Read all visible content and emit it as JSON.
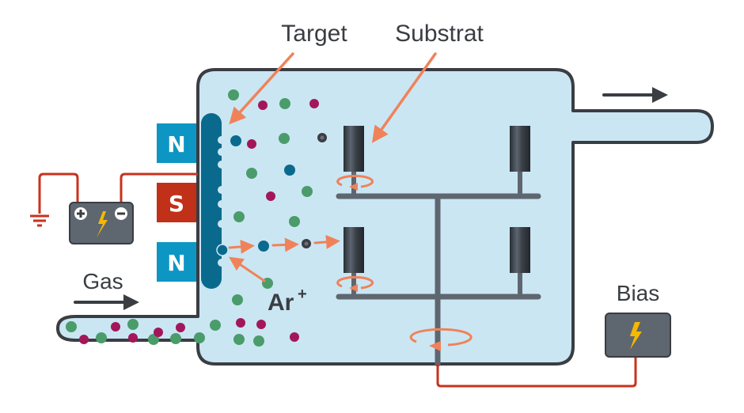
{
  "labels": {
    "target": "Target",
    "substrate": "Substrat",
    "gas": "Gas",
    "bias": "Bias",
    "ion": "Ar",
    "ion_charge": "+"
  },
  "magnets": [
    {
      "pole": "N",
      "color": "#0d96c4"
    },
    {
      "pole": "S",
      "color": "#c13018"
    },
    {
      "pole": "N",
      "color": "#0d96c4"
    }
  ],
  "components": {
    "power_supply": "battery-icon",
    "bias_supply": "bias-power-supply-icon",
    "ground": "ground-icon",
    "gas_flow_arrow": "arrow-right-icon",
    "exhaust_arrow": "arrow-right-icon"
  },
  "colors": {
    "chamber_fill": "#cae6f3",
    "chamber_stroke": "#3a3d42",
    "target": "#0a6a8e",
    "wire": "#c8321e",
    "arrow": "#f0825a",
    "argon": "#4a9c6a",
    "gas_particle": "#a3175a",
    "metal_particle": "#0a6a8e",
    "holder": "#5e6670",
    "bolt": "#f5b800"
  }
}
